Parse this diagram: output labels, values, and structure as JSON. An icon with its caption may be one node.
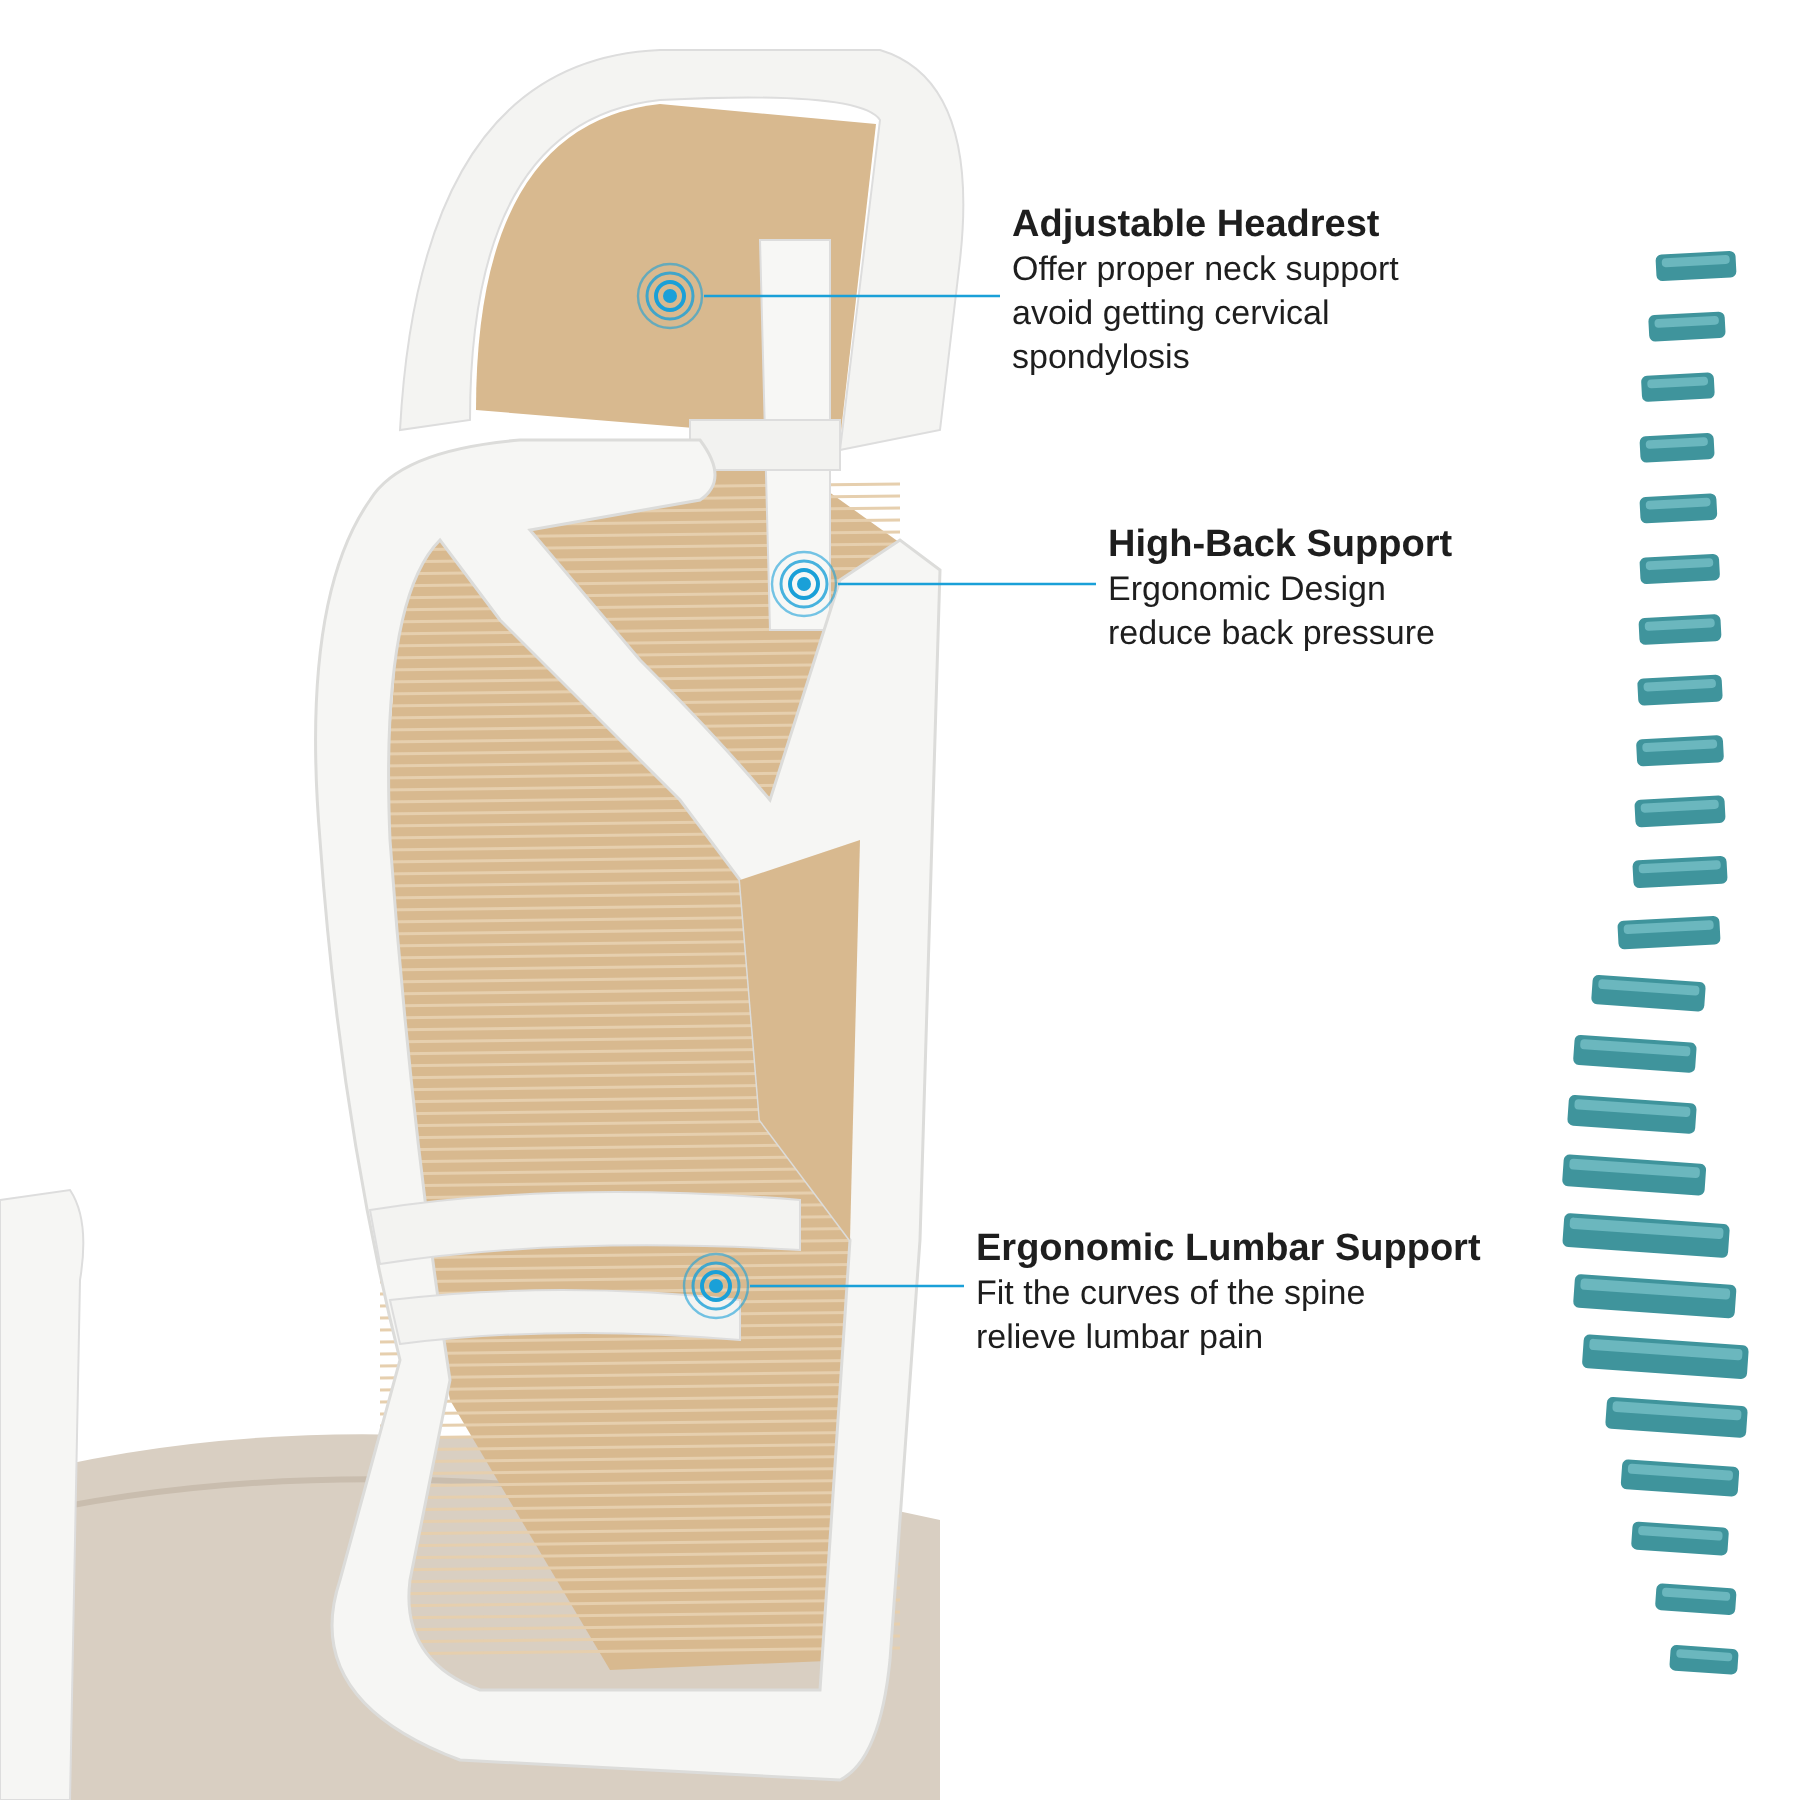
{
  "diagram": {
    "nodes": [
      {
        "text": [
          "Adjustable Headrest",
          "Offer proper neck support avoid getting cervical spondylosis"
        ]
      },
      {
        "text": [],
        "shape": "circle"
      },
      {
        "text": [
          "High-Back Support",
          "Ergonomic Design reduce back pressure"
        ]
      },
      {
        "text": [],
        "shape": "circle"
      },
      {
        "text": [
          "Ergonomic Lumbar Support",
          "Fit the curves of the spine relieve lumbar pain"
        ]
      },
      {
        "text": [],
        "shape": "circle"
      }
    ],
    "edges": [
      {
        "from": 0,
        "to": 1,
        "arrow": "none"
      },
      {
        "from": 2,
        "to": 3,
        "arrow": "none"
      },
      {
        "from": 4,
        "to": 5,
        "arrow": "none"
      }
    ]
  }
}
